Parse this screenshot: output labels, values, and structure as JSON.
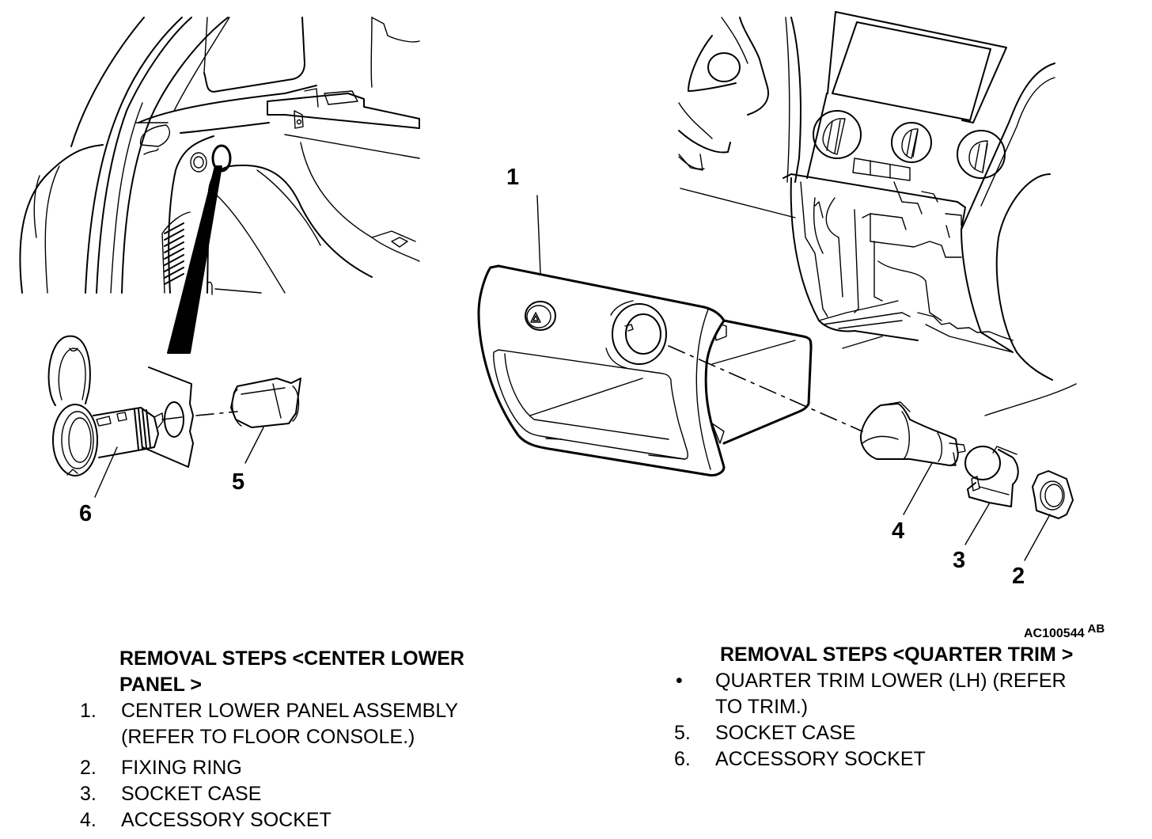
{
  "figure_id": "AC100544",
  "figure_rev": "AB",
  "callouts": {
    "c1": "1",
    "c2": "2",
    "c3": "3",
    "c4": "4",
    "c5": "5",
    "c6": "6"
  },
  "center_panel_steps": {
    "heading_line1": "REMOVAL STEPS <CENTER LOWER",
    "heading_line2": "PANEL >",
    "items": [
      {
        "num": "1.",
        "line1": "CENTER LOWER PANEL ASSEMBLY",
        "line2": "(REFER TO FLOOR CONSOLE.)"
      },
      {
        "num": "2.",
        "line1": "FIXING RING"
      },
      {
        "num": "3.",
        "line1": "SOCKET CASE"
      },
      {
        "num": "4.",
        "line1": "ACCESSORY SOCKET"
      }
    ]
  },
  "quarter_trim_steps": {
    "heading": "REMOVAL STEPS <QUARTER TRIM >",
    "items": [
      {
        "num": "•",
        "line1": "QUARTER TRIM LOWER (LH) (REFER",
        "line2": "TO TRIM.)"
      },
      {
        "num": "5.",
        "line1": "SOCKET CASE"
      },
      {
        "num": "6.",
        "line1": "ACCESSORY SOCKET"
      }
    ]
  }
}
